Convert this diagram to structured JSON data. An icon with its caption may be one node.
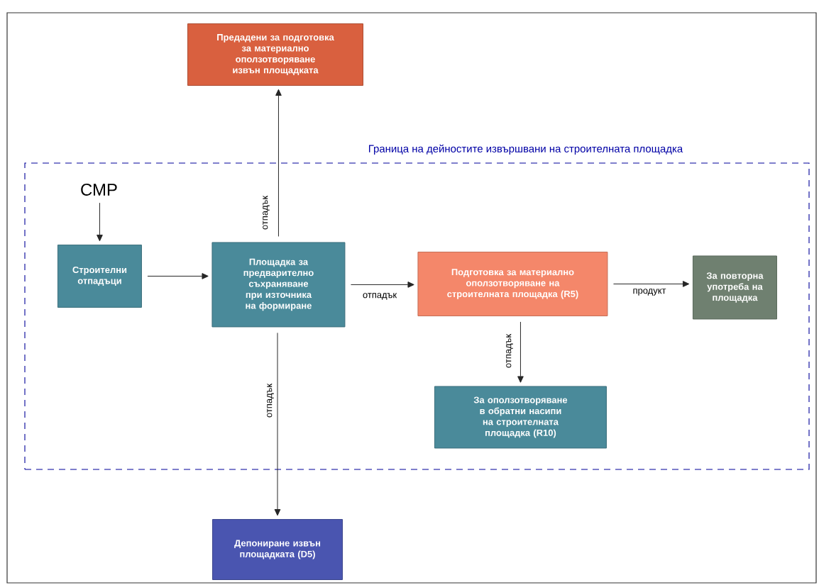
{
  "diagram": {
    "nodes": [
      {
        "text": [
          "Граница на дейностите извършвани на строителната площадка"
        ]
      },
      {
        "text": [
          "Предадени за подготовка за материално оползотворяване извън площадката"
        ]
      },
      {
        "text": [
          "СМР"
        ],
        "in": 0
      },
      {
        "text": [
          "Строителни отпадъци"
        ],
        "in": 0
      },
      {
        "text": [
          "Площадка за предварително съхраняване при източника на формиране"
        ],
        "in": 0
      },
      {
        "text": [
          "Подготовка за материално оползотворяване на строителната площадка (R5)"
        ],
        "in": 0
      },
      {
        "text": [
          "За повторна употреба на площадка"
        ],
        "in": 0
      },
      {
        "text": [
          "За оползотворяване в обратни насипи на строителната площадка (R10)"
        ],
        "in": 0
      },
      {
        "text": [
          "Депониране извън площадката (D5)"
        ]
      }
    ],
    "edges": [
      {
        "from": 2,
        "to": 3,
        "arrow": "to"
      },
      {
        "from": 3,
        "to": 4,
        "arrow": "to"
      },
      {
        "from": 4,
        "to": 1,
        "arrow": "to",
        "label": "отпадък"
      },
      {
        "from": 4,
        "to": 5,
        "arrow": "to",
        "label": "отпадък"
      },
      {
        "from": 5,
        "to": 6,
        "arrow": "to",
        "label": "продукт"
      },
      {
        "from": 5,
        "to": 7,
        "arrow": "to",
        "label": "отпадък"
      },
      {
        "from": 4,
        "to": 8,
        "arrow": "to",
        "label": "отпадък"
      }
    ]
  }
}
